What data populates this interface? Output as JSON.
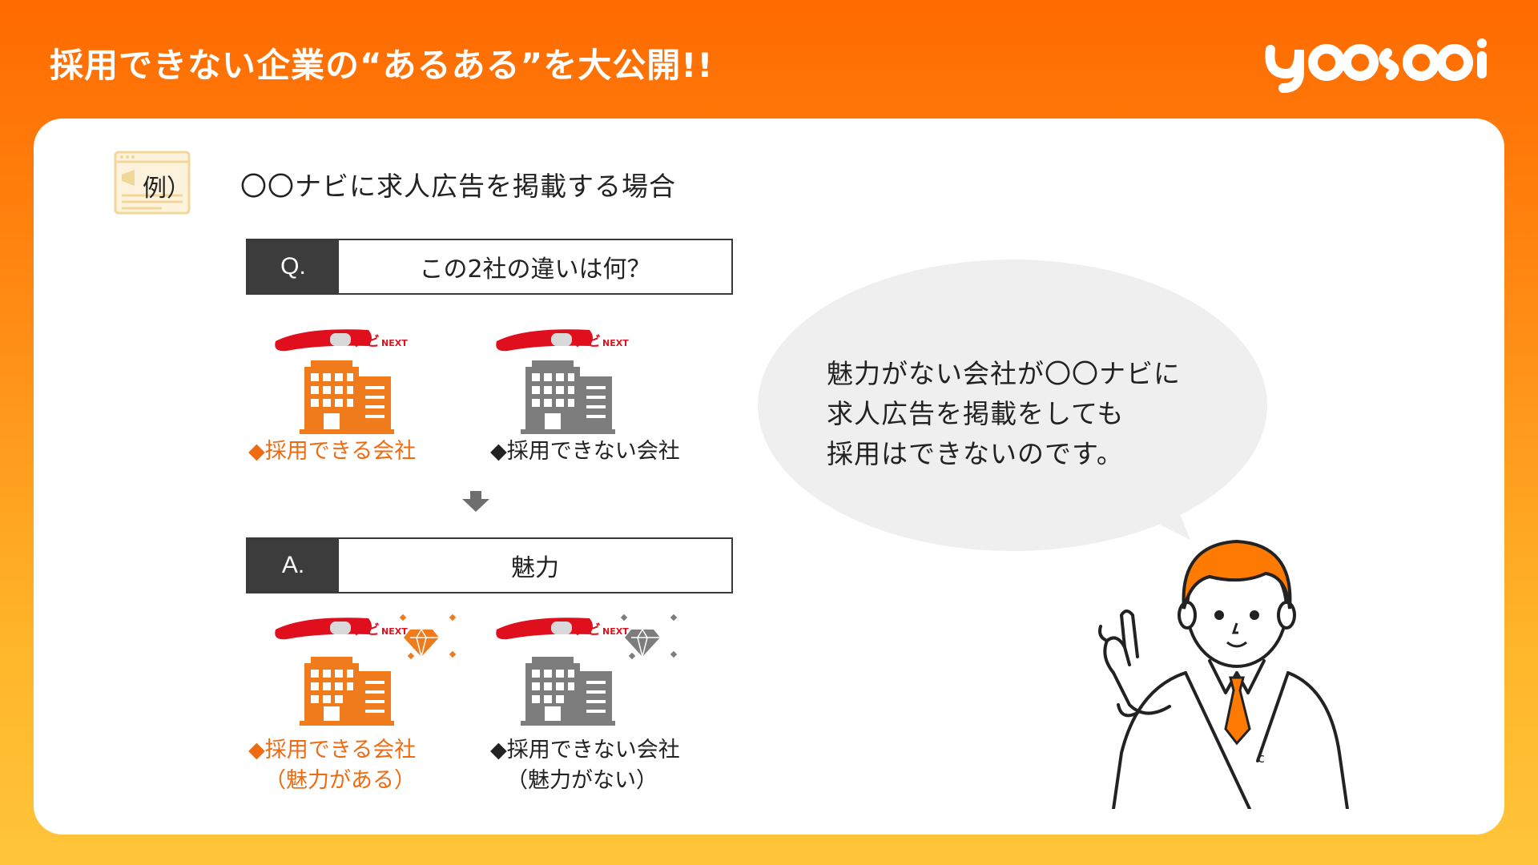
{
  "header": {
    "title": "採用できない企業の“あるある”を大公開!!",
    "logo_text": "yoosooi"
  },
  "example": {
    "label": "例）",
    "heading": "〇〇ナビに求人広告を掲載する場合"
  },
  "question": {
    "tag": "Q.",
    "text": "この2社の違いは何？"
  },
  "answer": {
    "tag": "A.",
    "text": "魅力"
  },
  "companies_top": [
    {
      "caption": "◆採用できる会社",
      "color": "#f07b1d"
    },
    {
      "caption": "◆採用できない会社",
      "color": "#7d7d7d"
    }
  ],
  "companies_bottom": [
    {
      "caption_line1": "◆採用できる会社",
      "caption_line2": "（魅力がある）",
      "color": "#f07b1d"
    },
    {
      "caption_line1": "◆採用できない会社",
      "caption_line2": "（魅力がない）",
      "color": "#7d7d7d"
    }
  ],
  "navi_badge": {
    "text": "ナビ",
    "suffix": "NEXT"
  },
  "speech_bubble": {
    "lines": [
      "魅力がない会社が〇〇ナビに",
      "求人広告を掲載をしても",
      "採用はできないのです。"
    ]
  },
  "colors": {
    "accent_orange": "#ff7a00",
    "dark_tag": "#3c3c3c",
    "bubble_gray": "#efefef"
  }
}
